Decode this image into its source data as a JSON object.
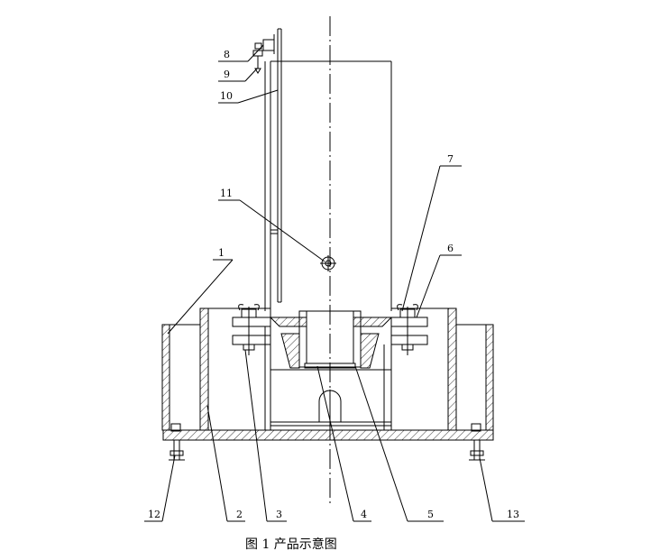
{
  "figure": {
    "caption": "图 1  产品示意图",
    "labels": [
      "1",
      "2",
      "3",
      "4",
      "5",
      "6",
      "7",
      "8",
      "9",
      "10",
      "11",
      "12",
      "13"
    ]
  }
}
